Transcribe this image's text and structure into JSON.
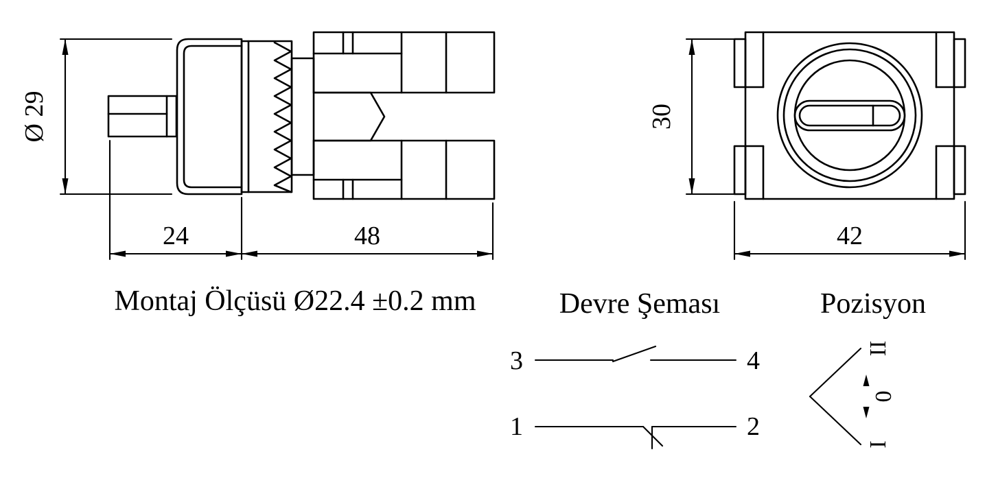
{
  "page": {
    "background_color": "#ffffff",
    "line_color": "#000000"
  },
  "side_view": {
    "diameter_label": "Ø 29",
    "front_length_label": "24",
    "rear_length_label": "48"
  },
  "front_view": {
    "height_label": "30",
    "width_label": "42"
  },
  "mounting_note": "Montaj Ölçüsü Ø22.4 ±0.2 mm",
  "circuit": {
    "title": "Devre Şeması",
    "rows": [
      {
        "left_terminal": "3",
        "right_terminal": "4"
      },
      {
        "left_terminal": "1",
        "right_terminal": "2"
      }
    ]
  },
  "position": {
    "title": "Pozisyon",
    "top_label": "II",
    "middle_label": "0",
    "bottom_label": "I"
  }
}
